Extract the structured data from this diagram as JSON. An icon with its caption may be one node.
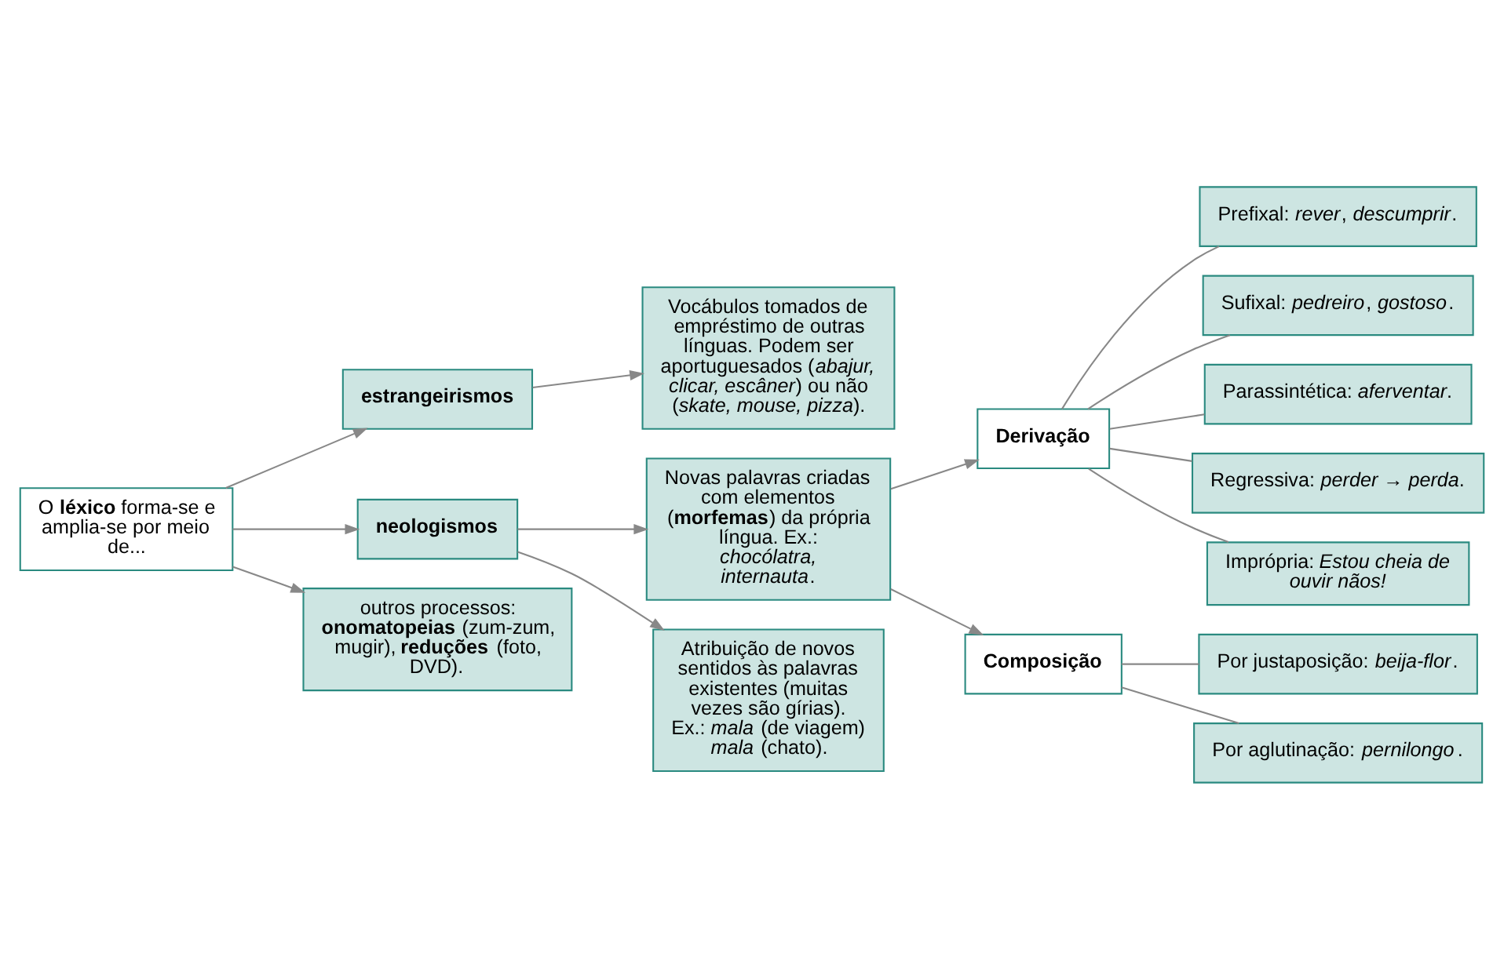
{
  "diagram": {
    "nodes": [
      {
        "text": [
          "O **léxico** forma-se e amplia-se por meio de..."
        ]
      },
      {
        "text": [
          "**estrangeirismos**"
        ]
      },
      {
        "text": [
          "**neologismos**"
        ]
      },
      {
        "text": [
          "outros processos: **onomatopeias** (zum-zum, mugir), **reduções** (foto, DVD)."
        ]
      },
      {
        "text": [
          "Vocábulos tomados de empréstimo de outras línguas. Podem ser aportuguesados (*abajur, clicar, escâner*) ou não (*skate, mouse, pizza*)."
        ]
      },
      {
        "text": [
          "Novas palavras criadas com elementos (**morfemas**) da própria língua. Ex.: *chocólatra, internauta*."
        ]
      },
      {
        "text": [
          "Atribuição de novos sentidos às palavras existentes (muitas vezes são gírias). Ex.: *mala* (de viagem) *mala* (chato)."
        ]
      },
      {
        "text": [
          "**Derivação**"
        ]
      },
      {
        "text": [
          "Prefixal: *rever*, *descumprir*."
        ]
      },
      {
        "text": [
          "Sufixal: *pedreiro*, *gostoso*."
        ]
      },
      {
        "text": [
          "Parassintética: *aferventar*."
        ]
      },
      {
        "text": [
          "Regressiva: *perder → perda*."
        ]
      },
      {
        "text": [
          "Imprópria: *Estou cheia de ouvir nãos!*"
        ]
      },
      {
        "text": [
          "**Composição**"
        ]
      },
      {
        "text": [
          "Por justaposição: *beija-flor*."
        ]
      },
      {
        "text": [
          "Por aglutinação: *pernilongo*."
        ]
      }
    ],
    "edges": [
      {
        "from": 0,
        "to": 1,
        "arrow": "to"
      },
      {
        "from": 0,
        "to": 2,
        "arrow": "to"
      },
      {
        "from": 0,
        "to": 3,
        "arrow": "to"
      },
      {
        "from": 1,
        "to": 4,
        "arrow": "to"
      },
      {
        "from": 2,
        "to": 5,
        "arrow": "to"
      },
      {
        "from": 2,
        "to": 6,
        "arrow": "to"
      },
      {
        "from": 5,
        "to": 7,
        "arrow": "to"
      },
      {
        "from": 5,
        "to": 13,
        "arrow": "to"
      },
      {
        "from": 7,
        "to": 8,
        "arrow": "none"
      },
      {
        "from": 7,
        "to": 9,
        "arrow": "none"
      },
      {
        "from": 7,
        "to": 10,
        "arrow": "none"
      },
      {
        "from": 7,
        "to": 11,
        "arrow": "none"
      },
      {
        "from": 7,
        "to": 12,
        "arrow": "none"
      },
      {
        "from": 13,
        "to": 14,
        "arrow": "none"
      },
      {
        "from": 13,
        "to": 15,
        "arrow": "none"
      }
    ]
  }
}
